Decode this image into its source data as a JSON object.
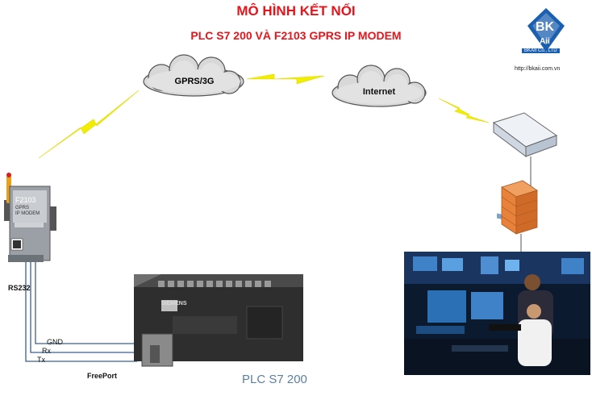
{
  "header": {
    "title": "MÔ HÌNH KẾT NỐI",
    "subtitle": "PLC S7 200 VÀ F2103 GPRS IP MODEM"
  },
  "logo": {
    "mark": "BK",
    "sub_mark": "Aii",
    "company": "BKAII Co., LTD",
    "url": "http://bkaii.com.vn"
  },
  "network": {
    "cloud_gprs": "GPRS/3G",
    "cloud_internet": "Internet"
  },
  "modem": {
    "model": "F2103",
    "line1": "GPRS",
    "line2": "IP MODEM",
    "port_label": "RS232"
  },
  "wiring": {
    "gnd": "GND",
    "rx": "Rx",
    "tx": "Tx",
    "protocol": "FreePort"
  },
  "plc": {
    "brand": "SIEMENS",
    "caption": "PLC S7 200"
  },
  "colors": {
    "title": "#e8141b",
    "lightning": "#f1ee00",
    "firewall": "#e8823a",
    "wire": "#3b5f94"
  }
}
